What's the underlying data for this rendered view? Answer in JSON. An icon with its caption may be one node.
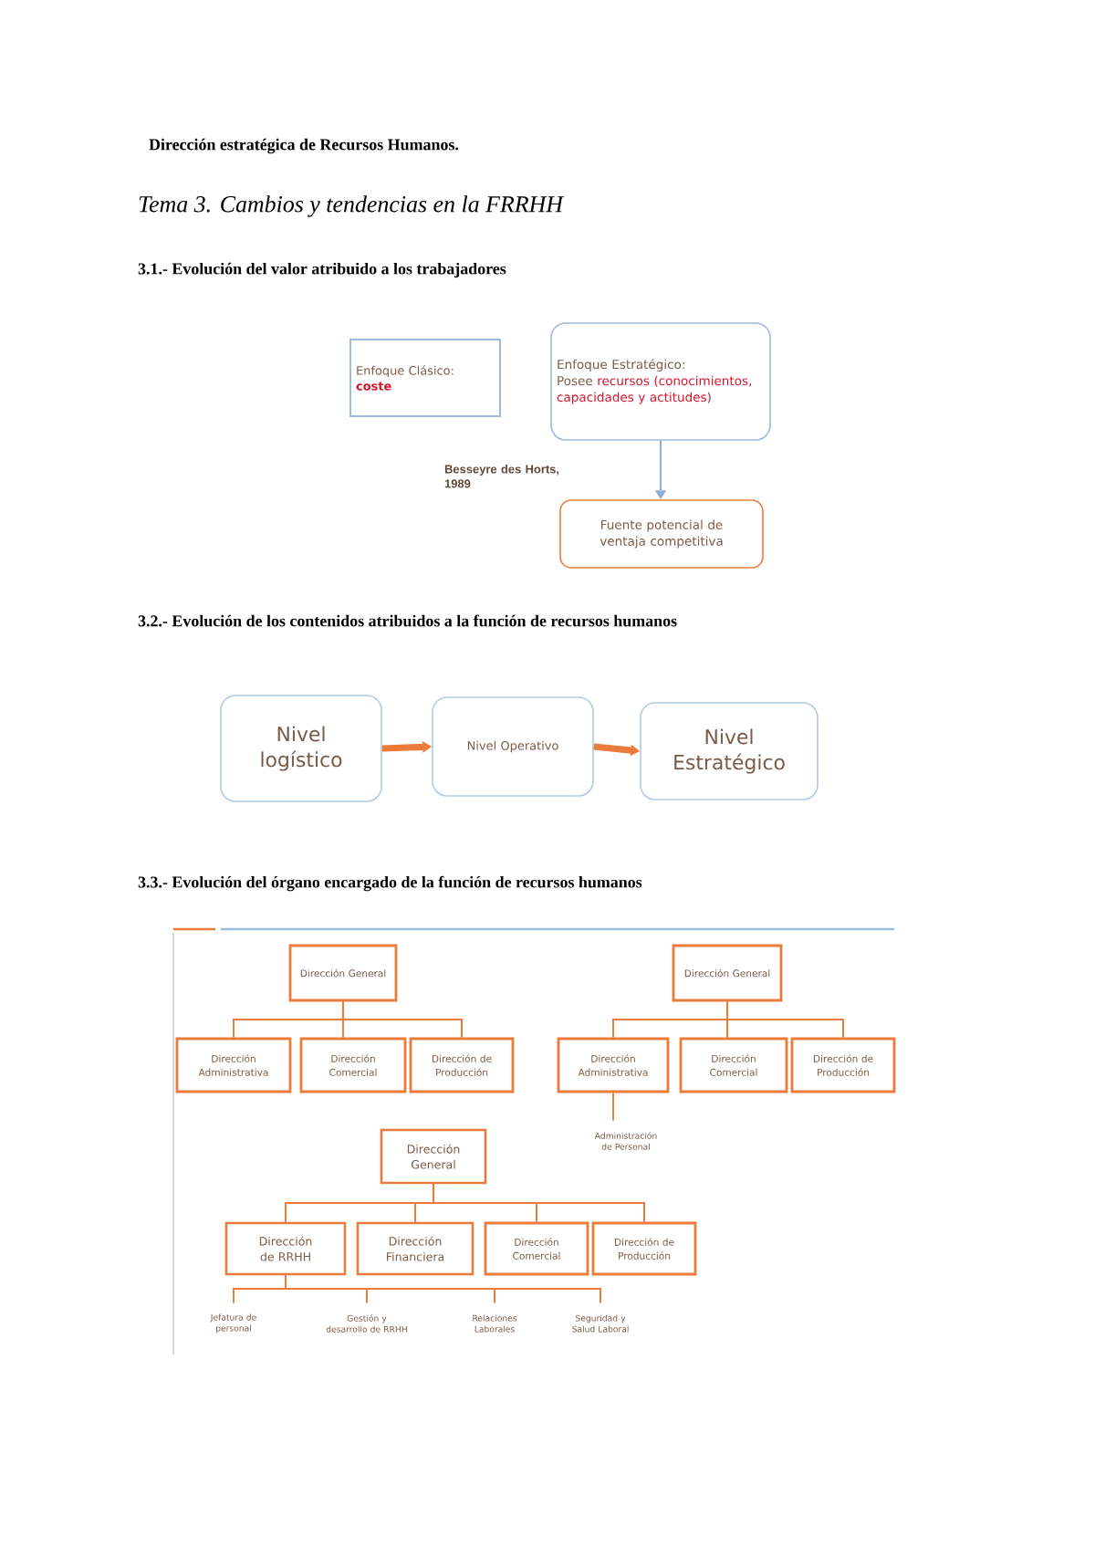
{
  "diagram": {
    "title": "Dirección estratégica de Recursos Humanos.",
    "nodes": [
      {
        "text": [
          "Enfoque Clásico:",
          "coste"
        ]
      },
      {
        "text": [
          "Enfoque Estratégico:",
          "Posee",
          "recursos (conocimientos, capacidades y actitudes)"
        ]
      },
      {
        "text": [
          "Fuente potencial de ventaja competitiva"
        ]
      },
      {
        "text": [
          "Nivel logístico"
        ]
      },
      {
        "text": [
          "Nivel Operativo"
        ]
      },
      {
        "text": [
          "Nivel Estratégico"
        ]
      },
      {
        "text": [
          "Dirección General"
        ]
      },
      {
        "text": [
          "Dirección Administrativa"
        ]
      },
      {
        "text": [
          "Dirección Comercial"
        ]
      },
      {
        "text": [
          "Dirección de Producción"
        ]
      },
      {
        "text": [
          "Dirección General"
        ]
      },
      {
        "text": [
          "Dirección Administrativa"
        ]
      },
      {
        "text": [
          "Dirección Comercial"
        ]
      },
      {
        "text": [
          "Dirección de Producción"
        ]
      },
      {
        "text": [
          "Administración de Personal"
        ]
      },
      {
        "text": [
          "Dirección General"
        ]
      },
      {
        "text": [
          "Dirección de RRHH"
        ]
      },
      {
        "text": [
          "Dirección Financiera"
        ]
      },
      {
        "text": [
          "Dirección Comercial"
        ]
      },
      {
        "text": [
          "Dirección de Producción"
        ]
      },
      {
        "text": [
          "Jefatura de personal"
        ]
      },
      {
        "text": [
          "Gestión y desarrollo de RRHH"
        ]
      },
      {
        "text": [
          "Relaciones Laborales"
        ]
      },
      {
        "text": [
          "Seguridad y Salud Laboral"
        ]
      }
    ],
    "edges": [
      {
        "from": 1,
        "to": 2,
        "arrow": "to",
        "color": "#8eb0d8"
      },
      {
        "from": 3,
        "to": 4,
        "arrow": "to",
        "style": "thick"
      },
      {
        "from": 4,
        "to": 5,
        "arrow": "to",
        "style": "thick"
      },
      {
        "from": 6,
        "to": 7,
        "arrow": "none"
      },
      {
        "from": 6,
        "to": 8,
        "arrow": "none"
      },
      {
        "from": 6,
        "to": 9,
        "arrow": "none"
      },
      {
        "from": 10,
        "to": 11,
        "arrow": "none"
      },
      {
        "from": 10,
        "to": 12,
        "arrow": "none"
      },
      {
        "from": 10,
        "to": 13,
        "arrow": "none"
      },
      {
        "from": 11,
        "to": 14,
        "arrow": "none"
      },
      {
        "from": 15,
        "to": 16,
        "arrow": "none"
      },
      {
        "from": 15,
        "to": 17,
        "arrow": "none"
      },
      {
        "from": 15,
        "to": 18,
        "arrow": "none"
      },
      {
        "from": 15,
        "to": 19,
        "arrow": "none"
      },
      {
        "from": 16,
        "to": 20,
        "arrow": "none"
      },
      {
        "from": 16,
        "to": 21,
        "arrow": "none"
      },
      {
        "from": 16,
        "to": 22,
        "arrow": "none"
      },
      {
        "from": 16,
        "to": 23,
        "arrow": "none"
      }
    ],
    "labels": [
      "Tema 3. Cambios y tendencias en la FRRHH",
      "3.1.- Evolución del valor atribuido a los trabajadores",
      "Besseyre des Horts, 1989",
      "3.2.- Evolución de los contenidos atribuidos a la función de recursos  humanos",
      "3.3.- Evolución del órgano encargado de la función de recursos  humanos"
    ]
  }
}
